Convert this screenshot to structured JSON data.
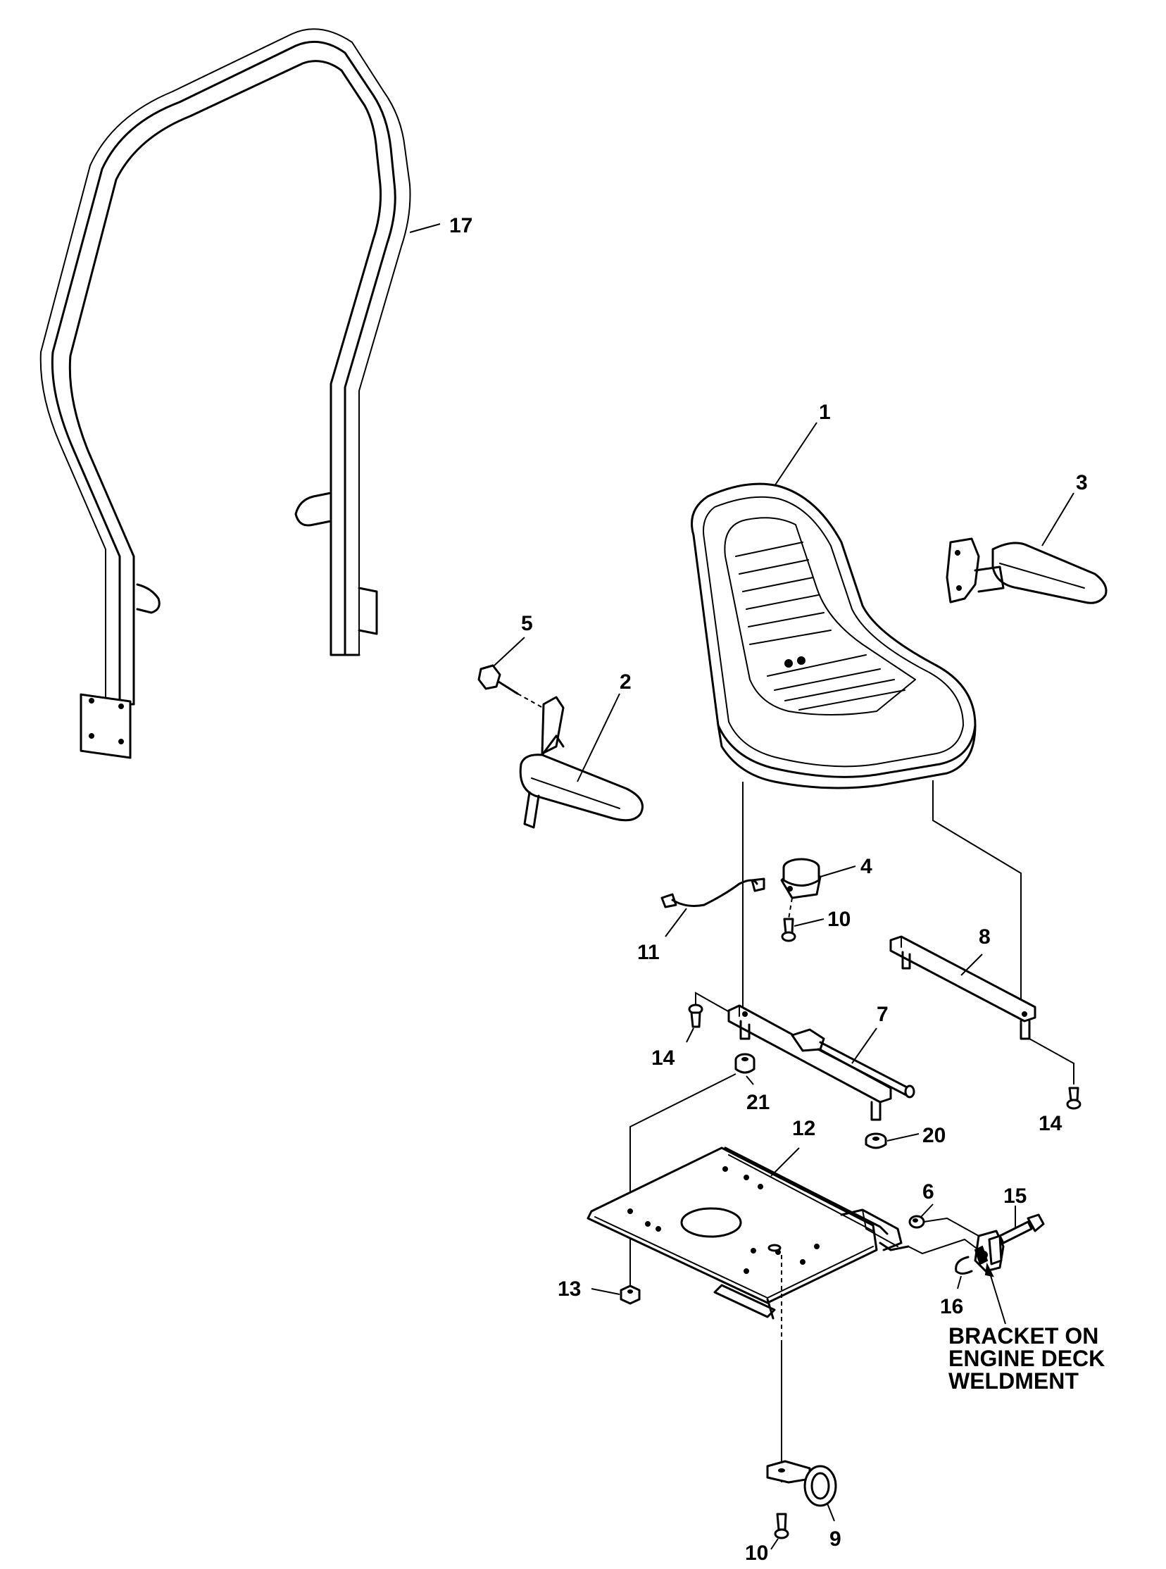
{
  "callouts": {
    "c1": "1",
    "c2": "2",
    "c3": "3",
    "c4": "4",
    "c5": "5",
    "c6": "6",
    "c7": "7",
    "c8": "8",
    "c9": "9",
    "c10a": "10",
    "c10b": "10",
    "c11": "11",
    "c12": "12",
    "c13": "13",
    "c14a": "14",
    "c14b": "14",
    "c15": "15",
    "c16": "16",
    "c17": "17",
    "c20": "20",
    "c21": "21"
  },
  "note": {
    "line1": "BRACKET ON",
    "line2": "ENGINE DECK",
    "line3": "WELDMENT"
  }
}
